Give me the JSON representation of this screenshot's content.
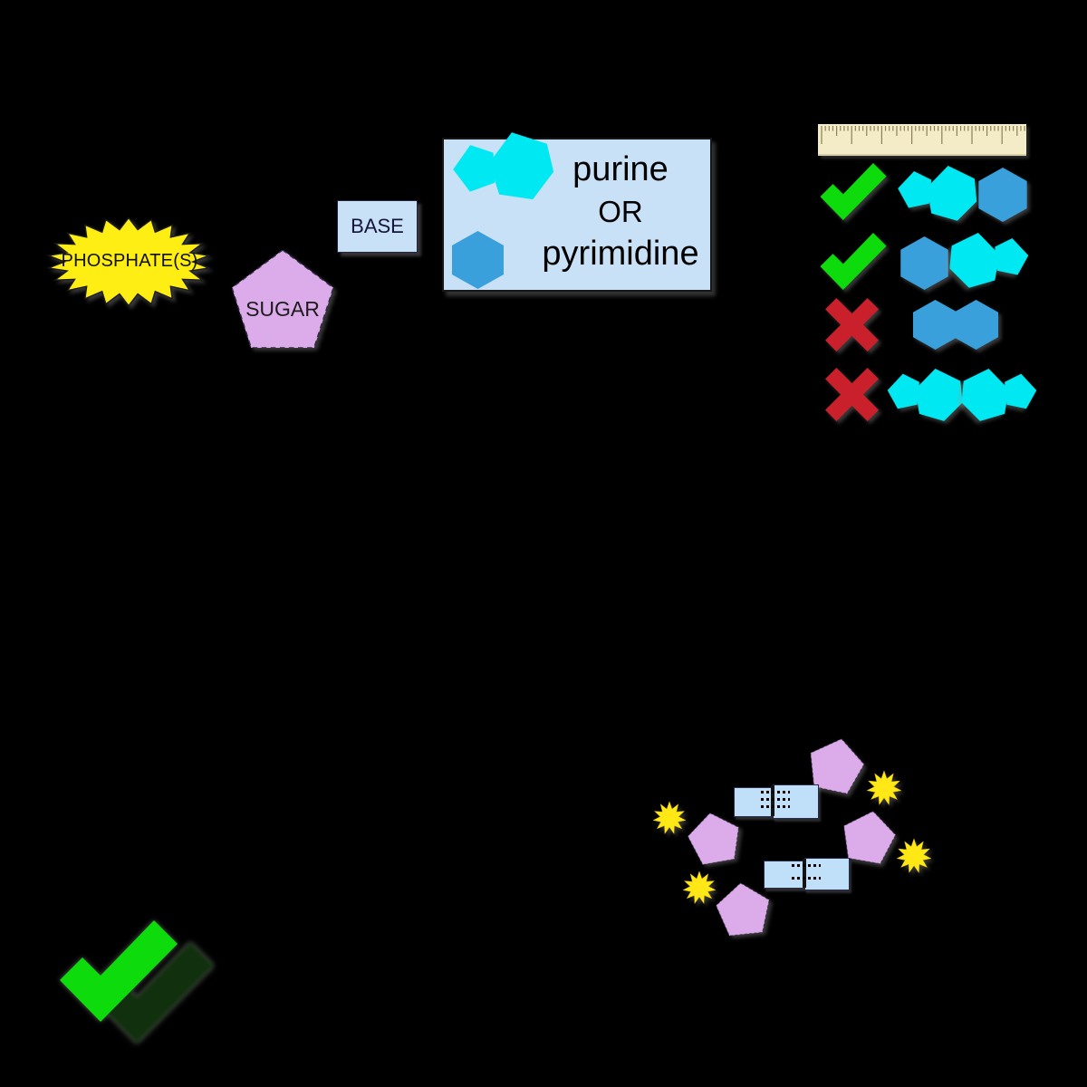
{
  "background_color": "#000000",
  "colors": {
    "phosphate_yellow": "#ffee14",
    "sugar_purple": "#dcabe9",
    "base_box_blue": "#c9e1f7",
    "purine_cyan": "#00e9f2",
    "pyrimidine_blue": "#39a0dc",
    "correct_green": "#0ddb0b",
    "incorrect_red": "#c9202c",
    "ruler_cream": "#f3ecc6"
  },
  "nucleotide": {
    "phosphate_label": "PHOSPHATE(S)",
    "sugar_label": "SUGAR",
    "base_label": "BASE",
    "base_type_line1": "purine",
    "base_type_line2": "OR",
    "base_type_line3": "pyrimidine"
  },
  "pairing_rules": {
    "rows": [
      {
        "allowed": true,
        "pair": [
          "purine",
          "pyrimidine"
        ]
      },
      {
        "allowed": true,
        "pair": [
          "pyrimidine",
          "purine"
        ]
      },
      {
        "allowed": false,
        "pair": [
          "pyrimidine",
          "pyrimidine"
        ]
      },
      {
        "allowed": false,
        "pair": [
          "purine",
          "purine"
        ]
      }
    ]
  },
  "base_pairing_example": {
    "pairs": [
      {
        "bonds": 3
      },
      {
        "bonds": 2
      }
    ]
  }
}
